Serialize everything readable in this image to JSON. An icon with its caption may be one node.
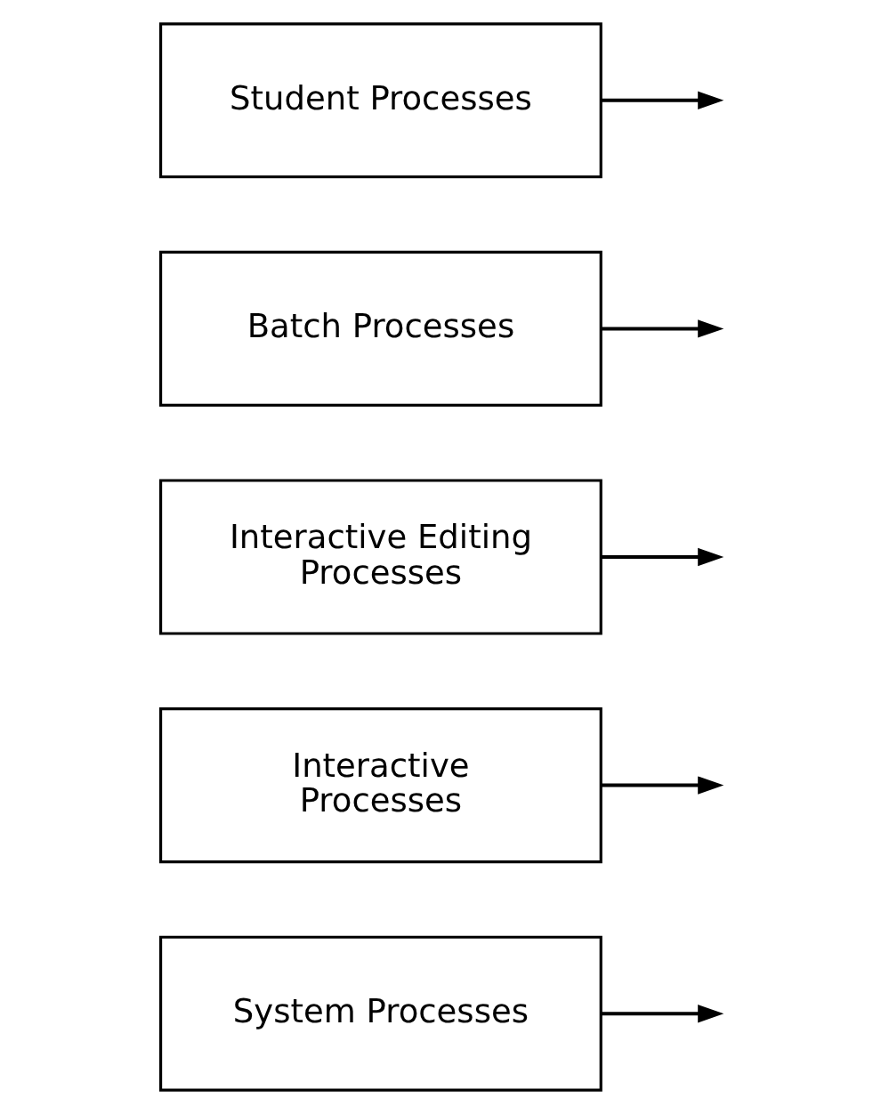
{
  "diagram": {
    "nodes": [
      {
        "text": [
          "System Processes"
        ]
      },
      {
        "text": [
          "Interactive Processes"
        ]
      },
      {
        "text": [
          "Interactive Editing Processes"
        ]
      },
      {
        "text": [
          "Batch Processes"
        ]
      },
      {
        "text": [
          "Student Processes"
        ]
      }
    ],
    "edges": [
      {
        "from": 0,
        "to": null,
        "arrow": "to"
      },
      {
        "from": 1,
        "to": null,
        "arrow": "to"
      },
      {
        "from": 2,
        "to": null,
        "arrow": "to"
      },
      {
        "from": 3,
        "to": null,
        "arrow": "to"
      },
      {
        "from": 4,
        "to": null,
        "arrow": "to"
      }
    ]
  }
}
